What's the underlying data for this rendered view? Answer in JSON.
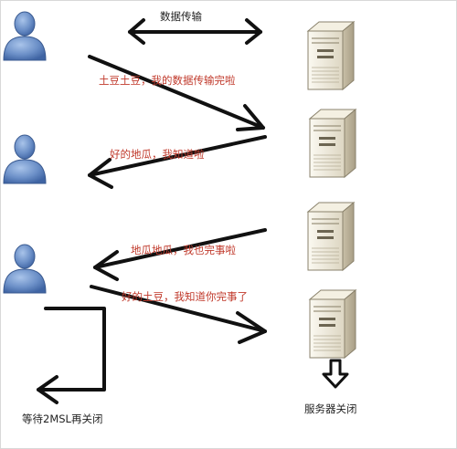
{
  "labels": {
    "data_transfer": "数据传输",
    "fin1": "土豆土豆，我的数据传输完啦",
    "ack1": "好的地瓜，我知道啦",
    "fin2": "地瓜地瓜，我也完事啦",
    "ack2": "好的土豆，我知道你完事了",
    "client_wait": "等待2MSL再关闭",
    "server_close": "服务器关闭"
  },
  "icons": {
    "client": "user-icon",
    "server": "server-tower-icon"
  },
  "colors": {
    "message_text": "#c0392b",
    "caption_text": "#222222",
    "arrows": "#111111",
    "user_fill": "#6b8fc7",
    "server_body": "#ece7d8"
  }
}
